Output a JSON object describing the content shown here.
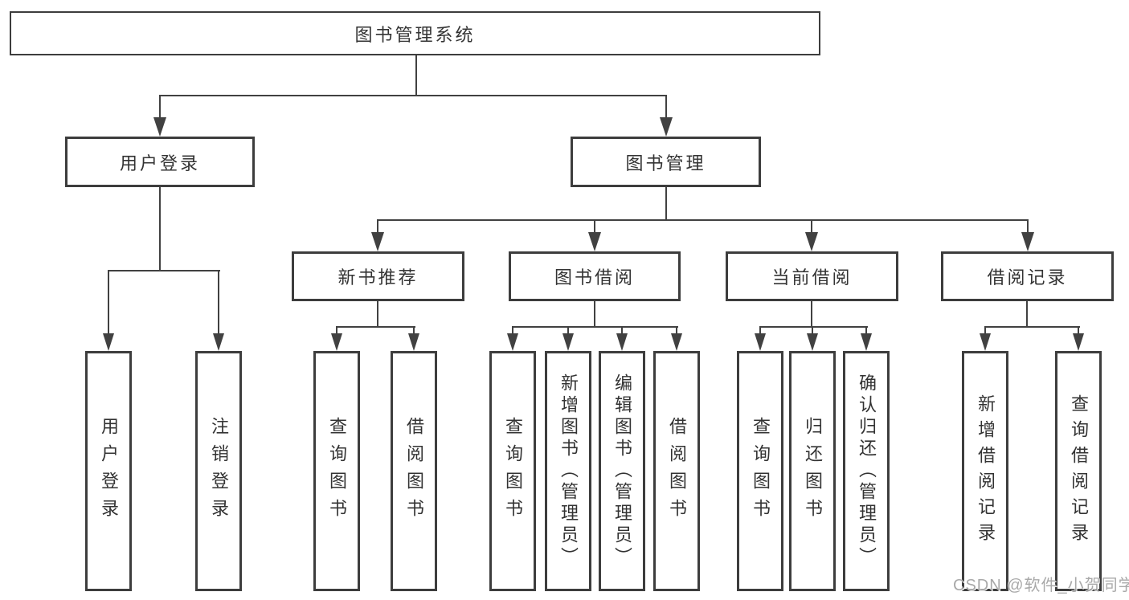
{
  "colors": {
    "background": "#ffffff",
    "line": "#414141",
    "border": "#3d3d3d",
    "text": "#333333",
    "watermark": "#a4a4a4"
  },
  "watermark": {
    "text": "CSDN @软件_小贺同学"
  },
  "tree": {
    "label": "图书管理系统",
    "children": [
      {
        "label": "用户登录",
        "children": [
          {
            "label": "用户登录"
          },
          {
            "label": "注销登录"
          }
        ]
      },
      {
        "label": "图书管理",
        "children": [
          {
            "label": "新书推荐",
            "children": [
              {
                "label": "查询图书"
              },
              {
                "label": "借阅图书"
              }
            ]
          },
          {
            "label": "图书借阅",
            "children": [
              {
                "label": "查询图书"
              },
              {
                "label": "新增图书（管理员）"
              },
              {
                "label": "编辑图书（管理员）"
              },
              {
                "label": "借阅图书"
              }
            ]
          },
          {
            "label": "当前借阅",
            "children": [
              {
                "label": "查询图书"
              },
              {
                "label": "归还图书"
              },
              {
                "label": "确认归还（管理员）"
              }
            ]
          },
          {
            "label": "借阅记录",
            "children": [
              {
                "label": "新增借阅记录"
              },
              {
                "label": "查询借阅记录"
              }
            ]
          }
        ]
      }
    ]
  }
}
